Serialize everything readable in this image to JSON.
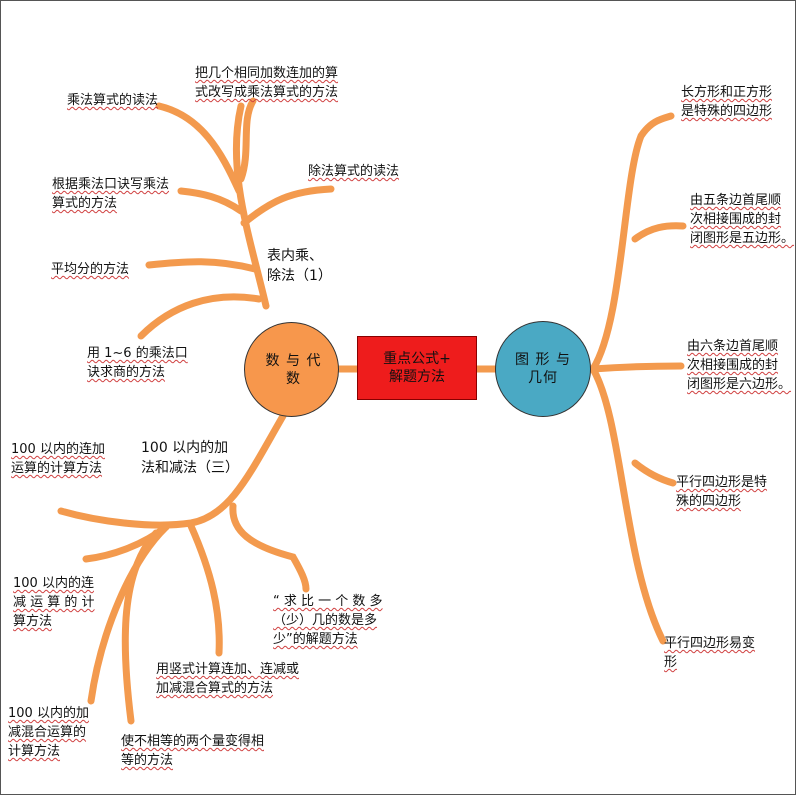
{
  "colors": {
    "branch": "#f39a4e",
    "left_node": "#f7974c",
    "center": "#ee1c1c",
    "right_node": "#4aa9c4",
    "underline": "#d04040"
  },
  "center": {
    "label": "重点公式+\n解题方法"
  },
  "left_node": {
    "label": "数 与 代\n数"
  },
  "right_node": {
    "label": "图 形 与\n几何"
  },
  "left_top": {
    "title": "表内乘、\n除法（1）",
    "items": [
      "乘法算式的读法",
      "把几个相同加数连加的算\n式改写成乘法算式的方法",
      "除法算式的读法",
      "根据乘法口诀写乘法\n算式的方法",
      "平均分的方法",
      "用 1~6 的乘法口\n诀求商的方法"
    ]
  },
  "left_bottom": {
    "title": "100  以内的加\n法和减法（三）",
    "items": [
      "100 以内的连加\n运算的计算方法",
      "100 以内的连\n减 运 算 的 计\n算方法",
      "100  以内的加\n减混合运算的\n计算方法",
      "使不相等的两个量变得相\n等的方法",
      "用竖式计算连加、连减或\n加减混合算式的方法",
      "“ 求 比 一 个 数 多\n（少）几的数是多\n少”的解题方法"
    ]
  },
  "right": {
    "items": [
      "长方形和正方形\n是特殊的四边形",
      "由五条边首尾顺\n次相接围成的封\n闭图形是五边形。",
      "由六条边首尾顺\n次相接围成的封\n闭图形是六边形。",
      "平行四边形是特\n殊的四边形",
      "平行四边形易变\n形"
    ]
  }
}
